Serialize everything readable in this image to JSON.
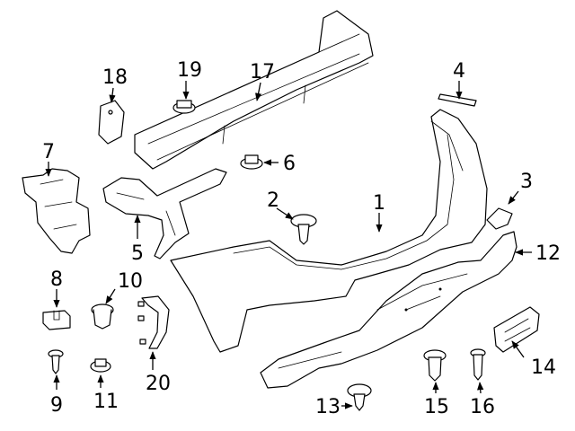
{
  "callouts": [
    {
      "id": "c1",
      "text": "1"
    },
    {
      "id": "c2",
      "text": "2"
    },
    {
      "id": "c3",
      "text": "3"
    },
    {
      "id": "c4",
      "text": "4"
    },
    {
      "id": "c5",
      "text": "5"
    },
    {
      "id": "c6",
      "text": "6"
    },
    {
      "id": "c7",
      "text": "7"
    },
    {
      "id": "c8",
      "text": "8"
    },
    {
      "id": "c9",
      "text": "9"
    },
    {
      "id": "c10",
      "text": "10"
    },
    {
      "id": "c11",
      "text": "11"
    },
    {
      "id": "c12",
      "text": "12"
    },
    {
      "id": "c13",
      "text": "13"
    },
    {
      "id": "c14",
      "text": "14"
    },
    {
      "id": "c15",
      "text": "15"
    },
    {
      "id": "c16",
      "text": "16"
    },
    {
      "id": "c17",
      "text": "17"
    },
    {
      "id": "c18",
      "text": "18"
    },
    {
      "id": "c19",
      "text": "19"
    },
    {
      "id": "c20",
      "text": "20"
    }
  ],
  "colors": {
    "line": "#000000",
    "background": "#ffffff"
  }
}
